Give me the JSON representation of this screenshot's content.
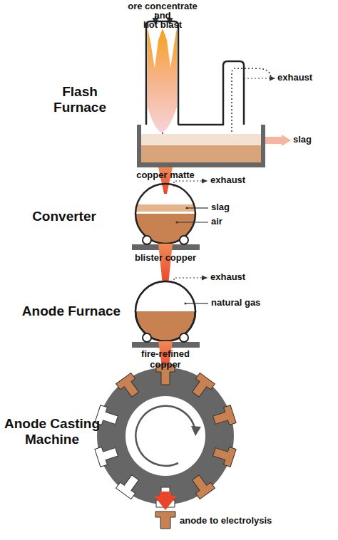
{
  "diagram": {
    "labels": [
      "ore concentrate",
      "and",
      "hot blast",
      "Flash Furnace",
      "exhaust",
      "slag",
      "copper matte",
      "Converter",
      "exhaust",
      "slag",
      "air",
      "blister copper",
      "Anode Furnace",
      "exhaust",
      "natural gas",
      "fire-refined copper",
      "Anode Casting Machine",
      "anode to electrolysis"
    ]
  }
}
